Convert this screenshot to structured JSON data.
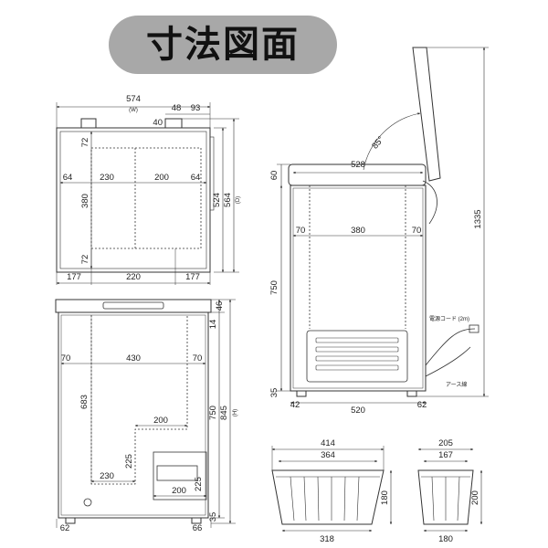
{
  "title": "寸法図面",
  "top_view": {
    "width": "574",
    "width_note": "(W)",
    "off_48": "48",
    "off_93": "93",
    "knob_40": "40",
    "inner_72_top": "72",
    "inner_380": "380",
    "inner_72_bot": "72",
    "h_64_left": "64",
    "h_230": "230",
    "h_200": "200",
    "h_64_right": "64",
    "bottom_177_left": "177",
    "bottom_220": "220",
    "bottom_177_right": "177",
    "depth_524": "524",
    "depth_564": "564",
    "depth_note": "(D)"
  },
  "front_view": {
    "lid_46": "46",
    "lid_14": "14",
    "w_70_left": "70",
    "w_430": "430",
    "w_70_right": "70",
    "h_683": "683",
    "h_750": "750",
    "h_845": "845",
    "h_note": "(H)",
    "step_200": "200",
    "step_225_inner": "225",
    "bottom_230": "230",
    "panel_225": "225",
    "panel_200": "200",
    "foot_35": "35",
    "foot_62": "62",
    "foot_66": "66"
  },
  "side_view": {
    "lid_width": "528",
    "lid_height": "60",
    "angle": "85°",
    "w_70_left": "70",
    "w_380": "380",
    "w_70_right": "70",
    "h_750": "750",
    "h_1335": "1335",
    "base_35": "35",
    "base_42": "42",
    "base_520": "520",
    "base_62": "62",
    "cord_label": "電源コード (2m)",
    "ground_label": "アース線"
  },
  "basket_large": {
    "top_outer": "414",
    "top_inner": "364",
    "height": "180",
    "bottom": "318"
  },
  "basket_small": {
    "top_outer": "205",
    "top_inner": "167",
    "height": "200",
    "bottom": "180"
  }
}
